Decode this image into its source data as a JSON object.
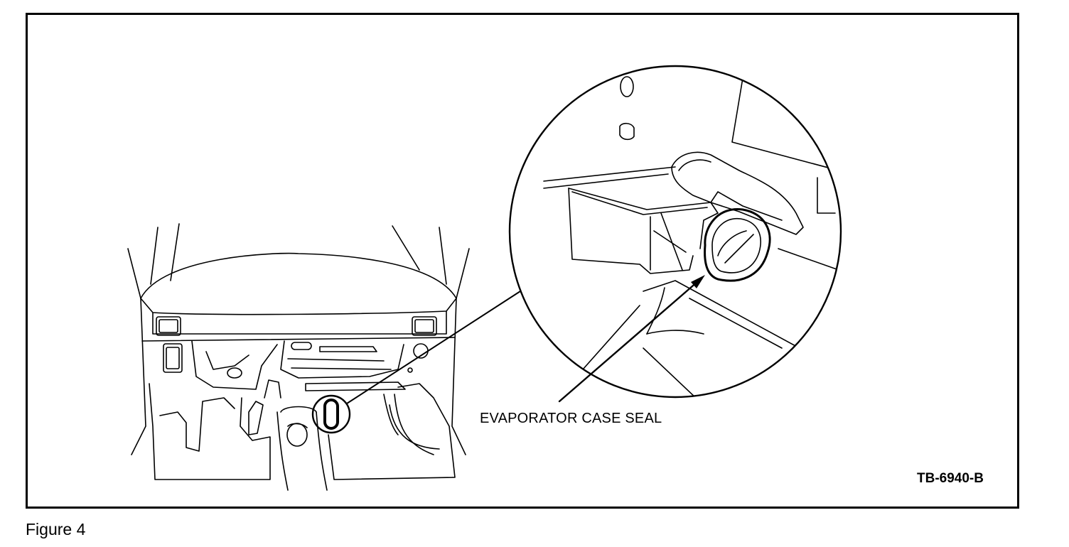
{
  "diagram": {
    "callout_label": "EVAPORATOR CASE SEAL",
    "figure_code": "TB-6940-B",
    "caption": "Figure 4"
  },
  "colors": {
    "ink": "#000000",
    "paper": "#ffffff"
  }
}
